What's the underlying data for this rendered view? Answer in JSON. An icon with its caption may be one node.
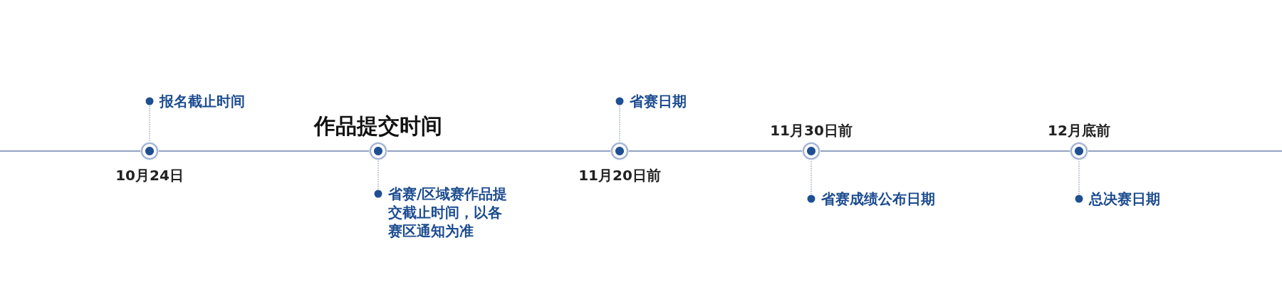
{
  "diagram": {
    "nodes": [
      {
        "text": [],
        "shape": "circle",
        "beside": [
          "10月24日"
        ]
      },
      {
        "text": [
          "报名截止时间"
        ]
      },
      {
        "text": [],
        "shape": "circle",
        "beside": [
          "作品提交时间"
        ]
      },
      {
        "text": [
          "省赛/区域赛作品提交截止时间，以各赛区通知为准"
        ]
      },
      {
        "text": [],
        "shape": "circle",
        "beside": [
          "11月20日前"
        ]
      },
      {
        "text": [
          "省赛日期"
        ]
      },
      {
        "text": [],
        "shape": "circle",
        "beside": [
          "11月30日前"
        ]
      },
      {
        "text": [
          "省赛成绩公布日期"
        ]
      },
      {
        "text": [],
        "shape": "circle",
        "beside": [
          "12月底前"
        ]
      },
      {
        "text": [
          "总决赛日期"
        ]
      }
    ],
    "edges": [
      {
        "from": 1,
        "to": 0,
        "arrow": "other",
        "style": "dashed"
      },
      {
        "from": 3,
        "to": 2,
        "arrow": "other",
        "style": "dashed"
      },
      {
        "from": 5,
        "to": 4,
        "arrow": "other",
        "style": "dashed"
      },
      {
        "from": 7,
        "to": 6,
        "arrow": "other",
        "style": "dashed"
      },
      {
        "from": 9,
        "to": 8,
        "arrow": "other",
        "style": "dashed"
      }
    ]
  }
}
